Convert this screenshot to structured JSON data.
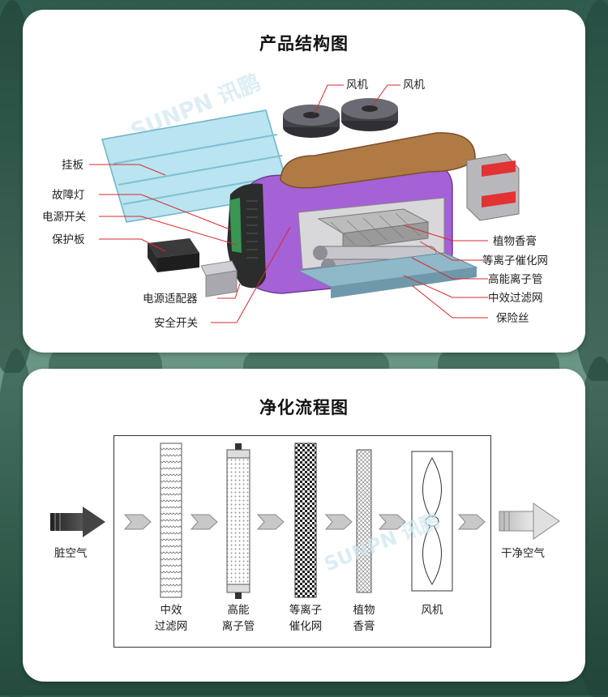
{
  "structure": {
    "title": "产品结构图",
    "watermark": "SUNPN 讯鹏",
    "labels": {
      "fan1": "风机",
      "fan2": "风机",
      "hanging_board": "挂板",
      "fault_light": "故障灯",
      "power_switch": "电源开关",
      "protective_board": "保护板",
      "power_adapter": "电源适配器",
      "safety_switch": "安全开关",
      "plant_aroma": "植物香膏",
      "plasma_mesh": "等离子催化网",
      "ion_tube": "高能离子管",
      "medium_filter": "中效过滤网",
      "fuse": "保险丝"
    }
  },
  "process": {
    "title": "净化流程图",
    "watermark": "SUNPN 讯鹏",
    "input_label": "脏空气",
    "output_label": "干净空气",
    "stages": [
      {
        "line1": "中效",
        "line2": "过滤网"
      },
      {
        "line1": "高能",
        "line2": "离子管"
      },
      {
        "line1": "等离子",
        "line2": "催化网"
      },
      {
        "line1": "植物",
        "line2": "香膏"
      },
      {
        "line1": "风机",
        "line2": ""
      }
    ]
  },
  "colors": {
    "accent_purple": "#a561d6",
    "leader_red": "#d8292f",
    "lid_brown": "#b07a45",
    "filter_blue": "#8fb8c8"
  }
}
